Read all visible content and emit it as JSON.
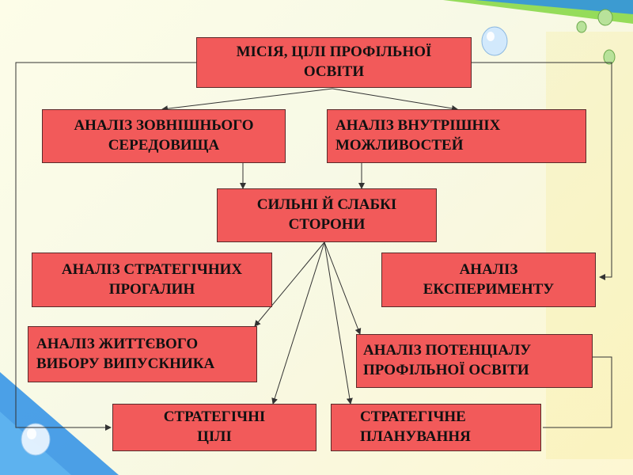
{
  "colors": {
    "box_fill": "#f25a5a",
    "box_border": "#5a2a2a",
    "connector": "#333333",
    "accent_green": "#8ad84a",
    "accent_blue": "#2d8fe6",
    "accent_yellow": "#f5e66a"
  },
  "nodes": {
    "mission": "МІСІЯ, ЦІЛІ ПРОФІЛЬНОЇ\nОСВІТИ",
    "external": "АНАЛІЗ ЗОВНІШНЬОГО\nСЕРЕДОВИЩА",
    "internal": "АНАЛІЗ ВНУТРІШНІХ\nМОЖЛИВОСТЕЙ",
    "swot": "СИЛЬНІ Й СЛАБКІ\nСТОРОНИ",
    "gaps": "АНАЛІЗ СТРАТЕГІЧНИХ\nПРОГАЛИН",
    "experiment": "АНАЛІЗ\nЕКСПЕРИМЕНТУ",
    "life_choice": "АНАЛІЗ ЖИТТЄВОГО\nВИБОРУ ВИПУСКНИКА",
    "potential": "АНАЛІЗ ПОТЕНЦІАЛУ\nПРОФІЛЬНОЇ ОСВІТИ",
    "goals": "СТРАТЕГІЧНІ\nЦІЛІ",
    "planning": "СТРАТЕГІЧНЕ\nПЛАНУВАННЯ"
  },
  "decorations": [
    "water-drop-icon",
    "water-drop-icon",
    "water-drop-icon",
    "water-drop-icon",
    "water-drop-icon"
  ]
}
